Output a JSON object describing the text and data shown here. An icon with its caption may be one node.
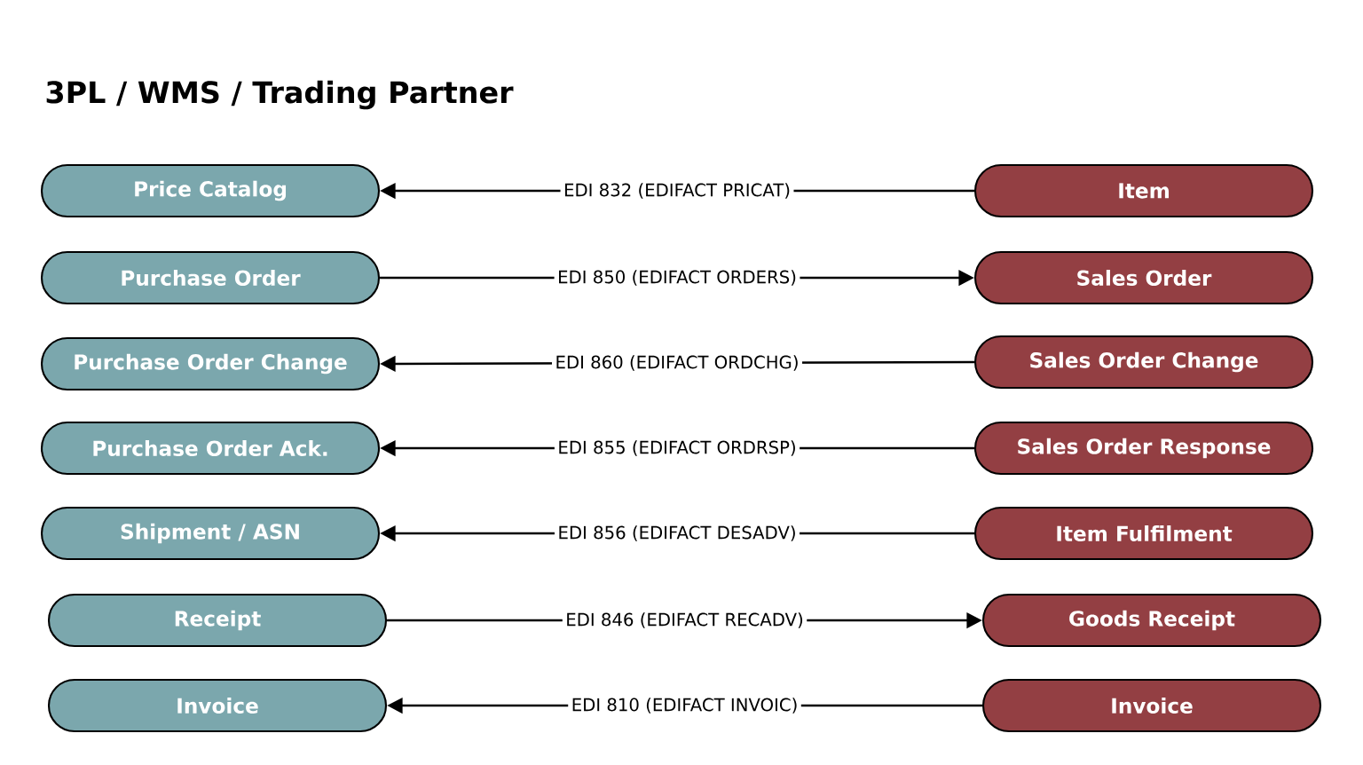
{
  "diagram": {
    "title": "3PL / WMS / Trading Partner",
    "nodes": [
      {
        "text": [
          "Price Catalog"
        ]
      },
      {
        "text": [
          "Purchase Order"
        ]
      },
      {
        "text": [
          "Purchase Order Change"
        ]
      },
      {
        "text": [
          "Purchase Order Ack."
        ]
      },
      {
        "text": [
          "Shipment / ASN"
        ]
      },
      {
        "text": [
          "Receipt"
        ]
      },
      {
        "text": [
          "Invoice"
        ]
      },
      {
        "text": [
          "Item"
        ]
      },
      {
        "text": [
          "Sales Order"
        ]
      },
      {
        "text": [
          "Sales Order Change"
        ]
      },
      {
        "text": [
          "Sales Order Response"
        ]
      },
      {
        "text": [
          "Item Fulfilment"
        ]
      },
      {
        "text": [
          "Goods Receipt"
        ]
      },
      {
        "text": [
          "Invoice"
        ]
      }
    ],
    "edges": [
      {
        "from": 7,
        "to": 0,
        "arrow": "to",
        "label": "EDI 832 (EDIFACT PRICAT)"
      },
      {
        "from": 1,
        "to": 8,
        "arrow": "to",
        "label": "EDI 850 (EDIFACT ORDERS)"
      },
      {
        "from": 9,
        "to": 2,
        "arrow": "to",
        "label": "EDI 860 (EDIFACT ORDCHG)"
      },
      {
        "from": 10,
        "to": 3,
        "arrow": "to",
        "label": "EDI 855 (EDIFACT ORDRSP)"
      },
      {
        "from": 11,
        "to": 4,
        "arrow": "to",
        "label": "EDI 856 (EDIFACT DESADV)"
      },
      {
        "from": 5,
        "to": 12,
        "arrow": "to",
        "label": "EDI 846 (EDIFACT RECADV)"
      },
      {
        "from": 13,
        "to": 6,
        "arrow": "to",
        "label": "EDI 810 (EDIFACT INVOIC)"
      }
    ]
  }
}
